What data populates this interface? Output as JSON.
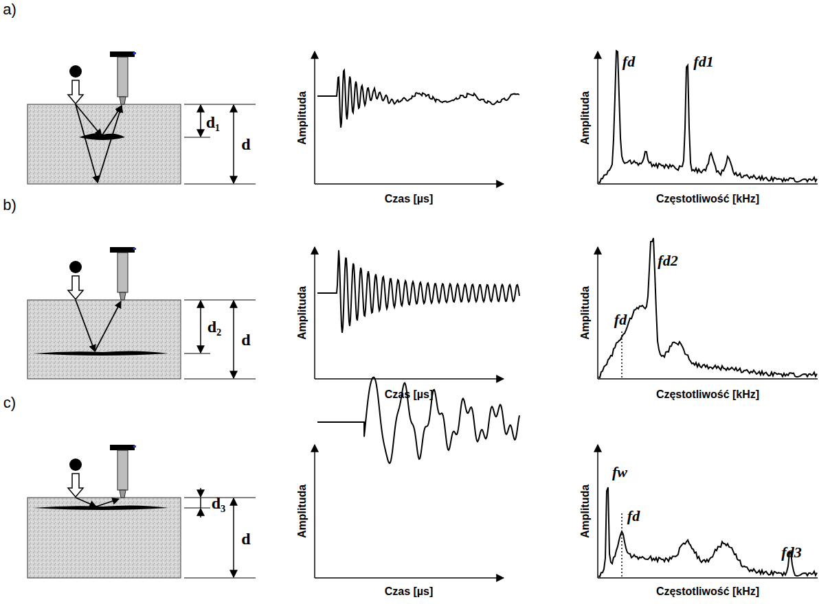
{
  "diagram": {
    "labels": [
      "a)",
      "d₁",
      "d",
      "Amplituda",
      "Czas [µs]",
      "Amplituda",
      "fd",
      "fd1",
      "Częstotliwość [kHz]",
      "b)",
      "d₂",
      "d",
      "Amplituda",
      "Czas [µs]",
      "Amplituda",
      "fd",
      "fd2",
      "Częstotliwość [kHz]",
      "c)",
      "d₃",
      "d",
      "Amplituda",
      "Czas [µs]",
      "Amplituda",
      "fw",
      "fd",
      "fd3",
      "Częstotliwość [kHz]"
    ]
  }
}
